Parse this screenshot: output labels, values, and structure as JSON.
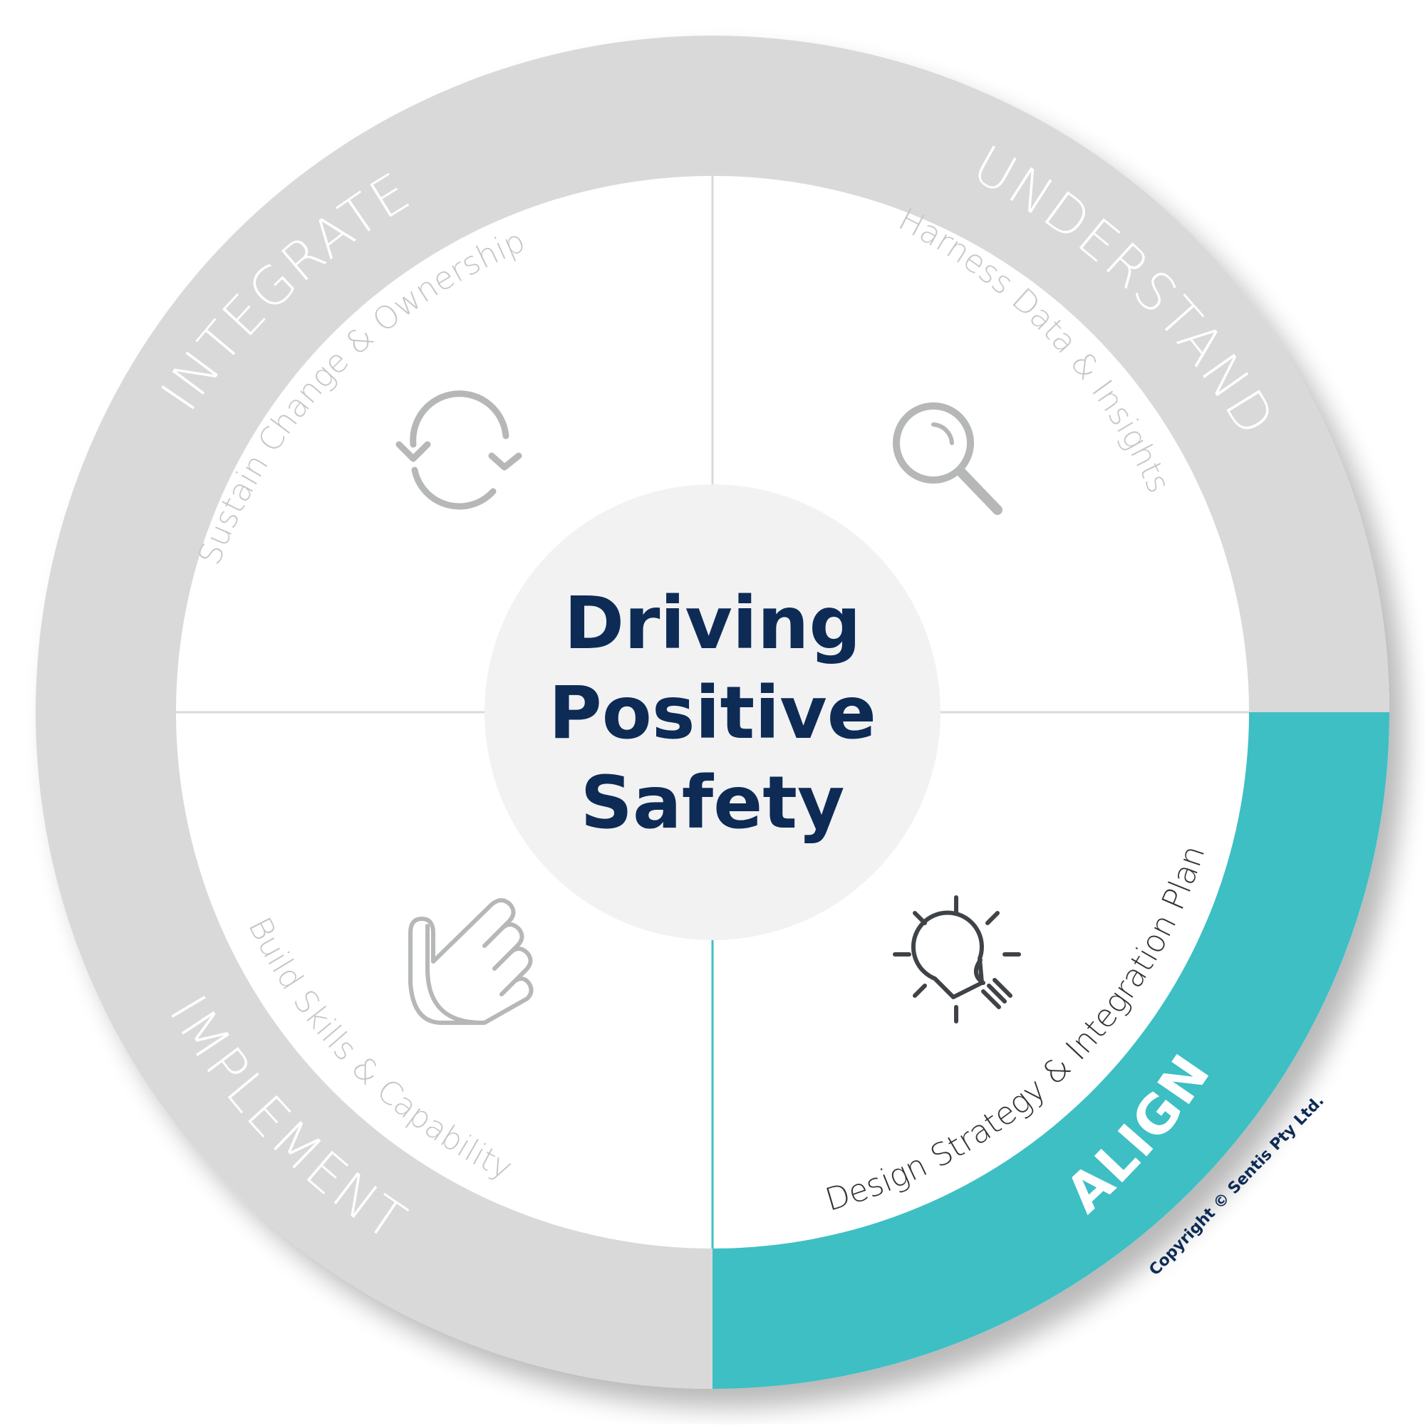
{
  "center": {
    "line1": "Driving",
    "line2": "Positive",
    "line3": "Safety"
  },
  "segments": {
    "understand": {
      "title": "UNDERSTAND",
      "subtitle": "Harness Data & Insights",
      "icon": "magnifier-icon"
    },
    "align": {
      "title": "ALIGN",
      "subtitle": "Design Strategy & Integration Plan",
      "icon": "lightbulb-icon"
    },
    "implement": {
      "title": "IMPLEMENT",
      "subtitle": "Build Skills & Capability",
      "icon": "hand-icon"
    },
    "integrate": {
      "title": "INTEGRATE",
      "subtitle": "Sustain Change & Ownership",
      "icon": "refresh-cycle-icon"
    }
  },
  "copyright": "Copyright © Sentis Pty Ltd.",
  "colors": {
    "ring_inactive": "#d9d9d9",
    "ring_active": "#3ebfc4",
    "hub": "#f2f2f3",
    "center_text": "#0d2b55",
    "inactive_text": "#ffffff",
    "inactive_subtext": "#c6c6c6",
    "inactive_icon": "#b5b8b6",
    "active_icon": "#3f4347",
    "active_subtext": "#333333",
    "divider": "#d9d9d9",
    "copyright_text": "#0d2b55"
  }
}
